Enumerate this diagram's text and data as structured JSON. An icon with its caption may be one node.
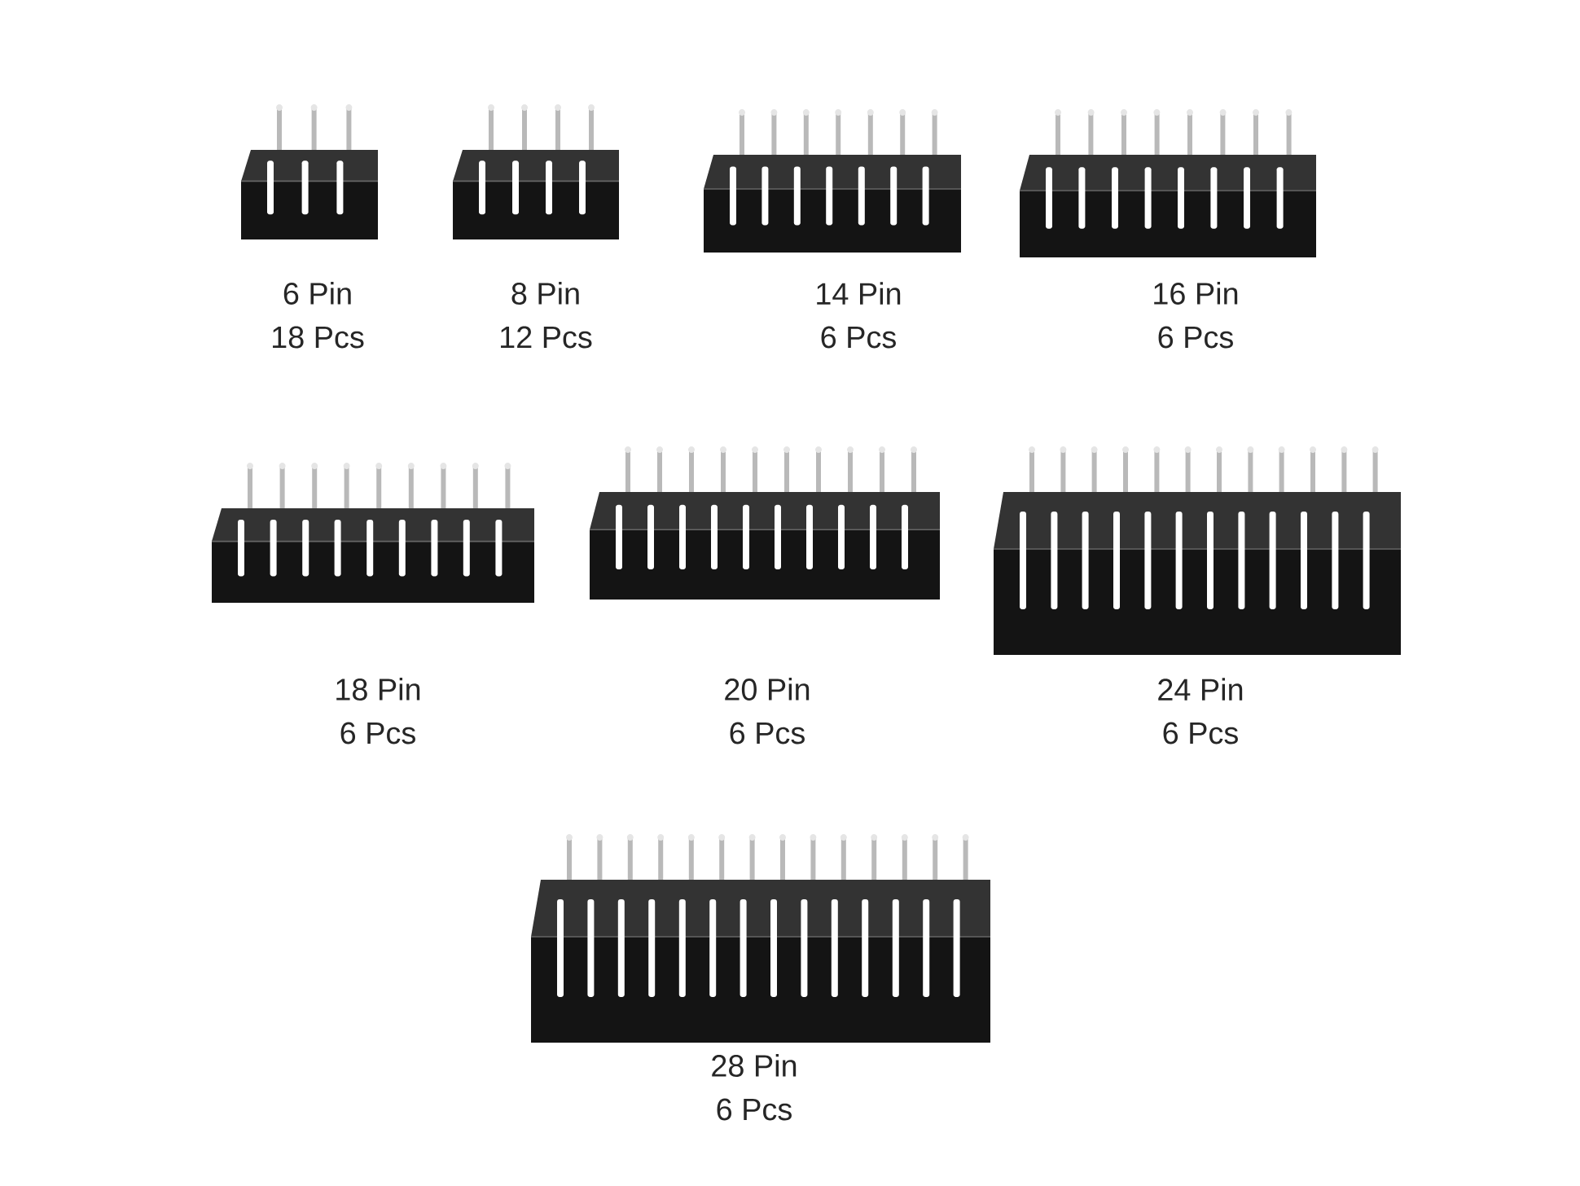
{
  "diagram": {
    "labels": [
      "6 Pin",
      "18 Pcs",
      "8 Pin",
      "12 Pcs",
      "14 Pin",
      "6 Pcs",
      "16 Pin",
      "6 Pcs",
      "18 Pin",
      "6 Pcs",
      "20 Pin",
      "6 Pcs",
      "24 Pin",
      "6 Pcs",
      "28 Pin",
      "6 Pcs"
    ]
  }
}
